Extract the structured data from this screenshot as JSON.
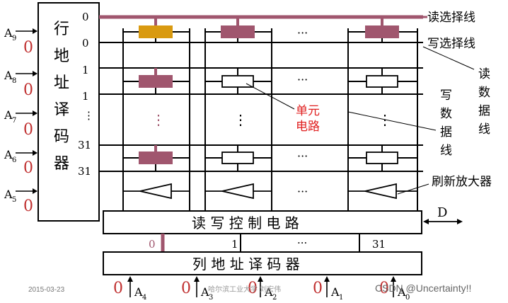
{
  "row_decoder": {
    "label_chars": [
      "行",
      "地",
      "址",
      "译",
      "码",
      "器"
    ],
    "address_inputs": [
      {
        "name": "A",
        "sub": "9",
        "value": "0"
      },
      {
        "name": "A",
        "sub": "8",
        "value": "0"
      },
      {
        "name": "A",
        "sub": "7",
        "value": "0"
      },
      {
        "name": "A",
        "sub": "6",
        "value": "0"
      },
      {
        "name": "A",
        "sub": "5",
        "value": "0"
      }
    ],
    "outputs": [
      "0",
      "0",
      "1",
      "1",
      "⋮",
      "31",
      "31"
    ]
  },
  "labels": {
    "read_select": "读选择线",
    "write_select": "写选择线",
    "read_data_line": [
      "读",
      "数",
      "据",
      "线"
    ],
    "write_data_line": [
      "写",
      "数",
      "据",
      "线"
    ],
    "cell_circuit": [
      "单元",
      "电路"
    ],
    "refresh_amp": "刷新放大器",
    "rw_control": "读 写 控 制 电 路",
    "data_pin": "D",
    "col_decoder": "列 地 址 译 码 器",
    "col_outputs": [
      "0",
      "1",
      "···",
      "31"
    ],
    "dots_row": "···",
    "dots_col": "⋮"
  },
  "col_inputs": [
    {
      "value": "0",
      "name": "A",
      "sub": "4"
    },
    {
      "value": "0",
      "name": "A",
      "sub": "3"
    },
    {
      "value": "0",
      "name": "A",
      "sub": "2"
    },
    {
      "value": "0",
      "name": "A",
      "sub": "1"
    },
    {
      "value": "0",
      "name": "A",
      "sub": "0"
    }
  ],
  "footer": {
    "date": "2015-03-23",
    "author": "哈尔滨工业大学 刘宏伟",
    "watermark": "CSDN @Uncertainty!!"
  },
  "colors": {
    "line": "#000000",
    "accent": "#a0566e",
    "selected_cell": "#d99a10",
    "red_text": "#e02020",
    "value_red": "#c03030"
  }
}
